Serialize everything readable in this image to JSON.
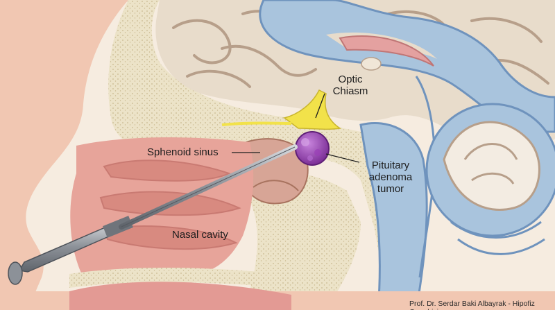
{
  "labels": {
    "optic_chiasm_line1": "Optic",
    "optic_chiasm_line2": "Chiasm",
    "sphenoid_sinus": "Sphenoid sinus",
    "pituitary_line1": "Pituitary",
    "pituitary_line2": "adenoma",
    "pituitary_line3": "tumor",
    "nasal_cavity": "Nasal cavity"
  },
  "credit": "Prof. Dr. Serdar Baki Albayrak - Hipofiz Cerrahisi",
  "colors": {
    "background": "#f6ece0",
    "skin": "#f1c7b2",
    "skin_dark": "#d99a8a",
    "brain": "#e8dccb",
    "brain_fold": "#b79f8a",
    "ventricle": "#a9c4dd",
    "ventricle_dark": "#6f93bd",
    "bone": "#ece3c8",
    "bone_dots": "#c9b98f",
    "nasal_tissue": "#e7a49a",
    "nasal_dark": "#c97a72",
    "optic": "#f2e24a",
    "tumor": "#a04bbd",
    "tumor_light": "#c783dc",
    "instrument": "#8c9198",
    "instrument_light": "#d6d9dd",
    "cerebellum_white": "#f3ece2"
  }
}
